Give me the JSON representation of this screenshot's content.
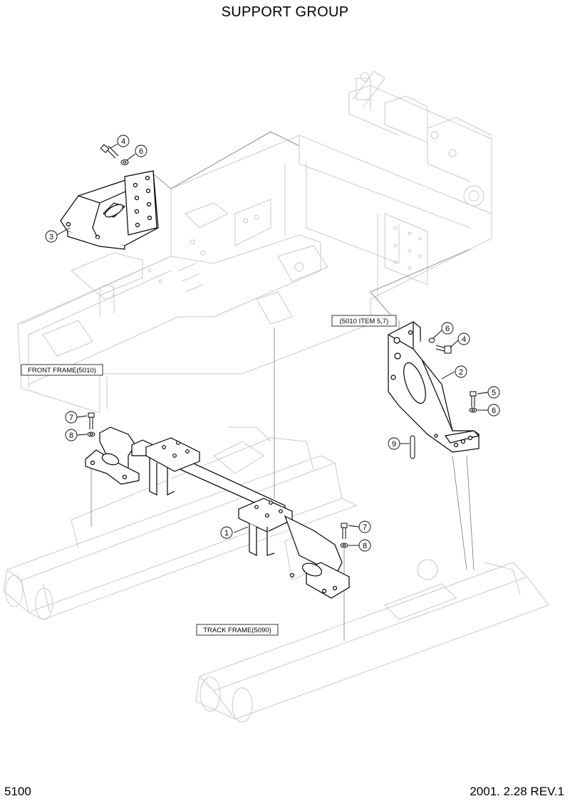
{
  "title": "SUPPORT GROUP",
  "footer": {
    "page_number": "5100",
    "revision": "2001. 2.28 REV.1"
  },
  "labels": {
    "front_frame": "FRONT FRAME(5010)",
    "track_frame": "TRACK FRAME(5090)",
    "reference": "(5010 ITEM 5,7)"
  },
  "callouts": [
    {
      "id": "1",
      "name": "callout-1"
    },
    {
      "id": "2",
      "name": "callout-2"
    },
    {
      "id": "3",
      "name": "callout-3"
    },
    {
      "id": "4",
      "name": "callout-4-left"
    },
    {
      "id": "6",
      "name": "callout-6-left"
    },
    {
      "id": "6",
      "name": "callout-6-right-upper"
    },
    {
      "id": "4",
      "name": "callout-4-right"
    },
    {
      "id": "5",
      "name": "callout-5"
    },
    {
      "id": "6",
      "name": "callout-6-right-lower"
    },
    {
      "id": "9",
      "name": "callout-9"
    },
    {
      "id": "7",
      "name": "callout-7-left"
    },
    {
      "id": "8",
      "name": "callout-8-left"
    },
    {
      "id": "7",
      "name": "callout-7-right"
    },
    {
      "id": "8",
      "name": "callout-8-right"
    }
  ]
}
